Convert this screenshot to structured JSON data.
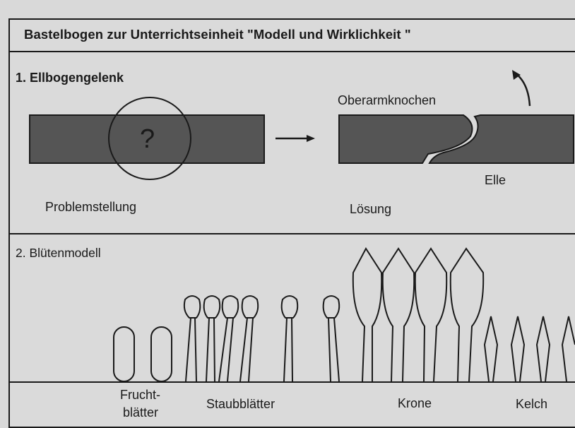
{
  "title": "Bastelbogen zur Unterrichtseinheit \"Modell und Wirklichkeit \"",
  "section1": {
    "heading": "1. Ellbogengelenk",
    "question_mark": "?",
    "problem_label": "Problemstellung",
    "solution_label": "Lösung",
    "upper_bone_label": "Oberarmknochen",
    "ulna_label": "Elle"
  },
  "section2": {
    "heading": "2. Blütenmodell",
    "labels": {
      "carpels_line1": "Frucht-",
      "carpels_line2": "blätter",
      "stamens": "Staubblätter",
      "petals": "Krone",
      "sepals": "Kelch"
    }
  },
  "colors": {
    "paper": "#d9d9d9",
    "bar_fill": "#555555",
    "ink": "#1a1a1a"
  }
}
